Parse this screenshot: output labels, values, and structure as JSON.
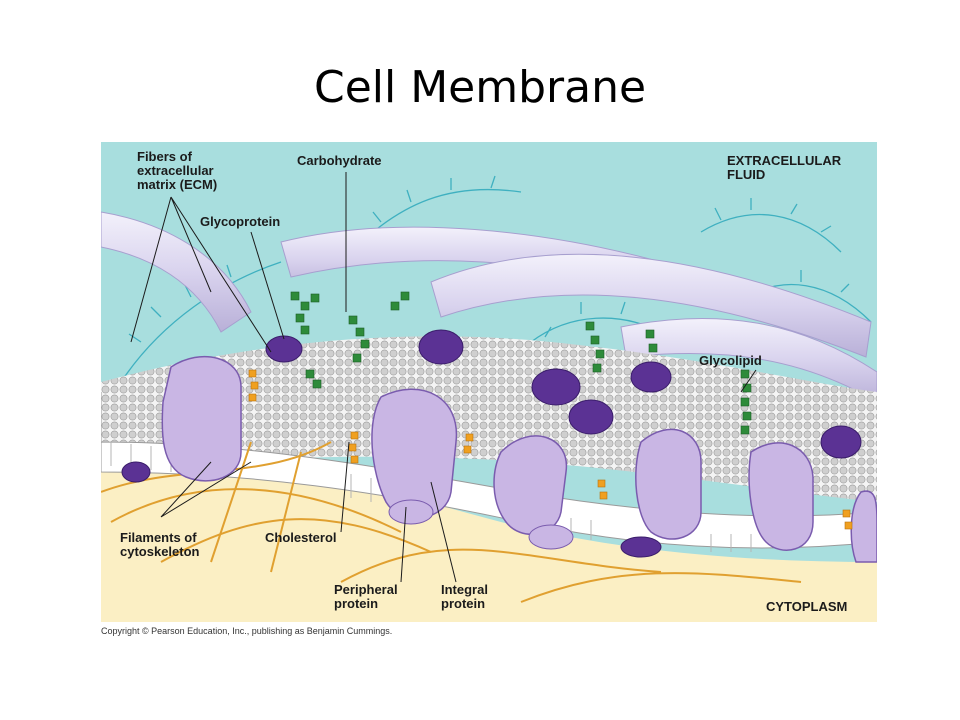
{
  "slide": {
    "title": "Cell Membrane"
  },
  "diagram": {
    "labels": {
      "fibers_ecm": "Fibers of\nextracellular\nmatrix (ECM)",
      "carbohydrate": "Carbohydrate",
      "glycoprotein": "Glycoprotein",
      "extracellular_fluid": "EXTRACELLULAR\nFLUID",
      "glycolipid": "Glycolipid",
      "filaments": "Filaments of\ncytoskeleton",
      "cholesterol": "Cholesterol",
      "peripheral_protein": "Peripheral\nprotein",
      "integral_protein": "Integral\nprotein",
      "cytoplasm": "CYTOPLASM"
    },
    "colors": {
      "extracellular": "#a8dede",
      "cytoplasm": "#fbefc4",
      "bilayer_head": "#d6d6d6",
      "protein": "#c9b6e4",
      "protein_dark": "#5b3294",
      "carbohydrate": "#2e8b3a",
      "cholesterol": "#f0a020",
      "filament": "#e0a030",
      "ecm_fiber": "#dcd8ee"
    }
  },
  "footer": {
    "copyright": "Copyright © Pearson Education, Inc., publishing as Benjamin Cummings."
  }
}
